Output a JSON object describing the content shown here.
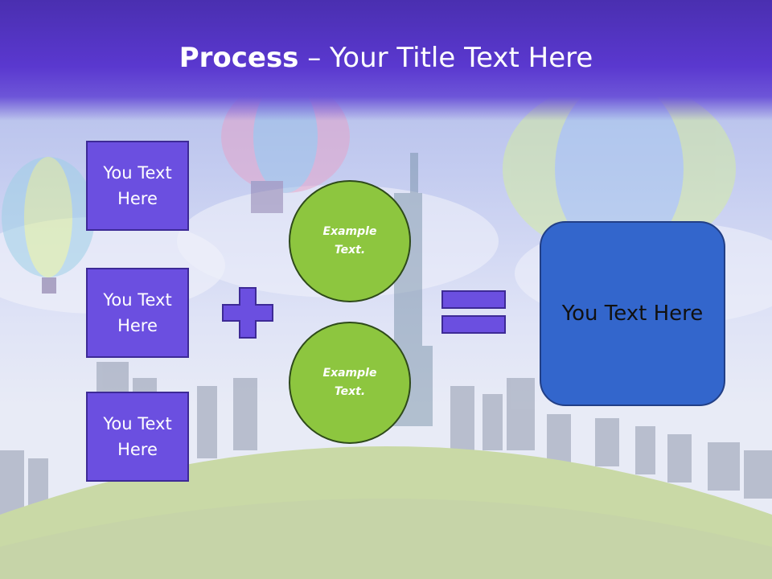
{
  "slide": {
    "title_bold": "Process",
    "title_rest": " – Your Title Text Here"
  },
  "inputs": [
    {
      "text": "You Text Here"
    },
    {
      "text": "You Text Here"
    },
    {
      "text": "You Text Here"
    }
  ],
  "examples": [
    {
      "text": "Example Text."
    },
    {
      "text": "Example Text."
    }
  ],
  "result": {
    "text": "You Text Here"
  },
  "colors": {
    "header": "#5a38cf",
    "box_fill": "#6b4fe0",
    "circle_fill": "#8dc63f",
    "result_fill": "#3366cc",
    "operator_fill": "#6b4fe0"
  },
  "icons": [
    "plus-icon",
    "equals-icon"
  ]
}
